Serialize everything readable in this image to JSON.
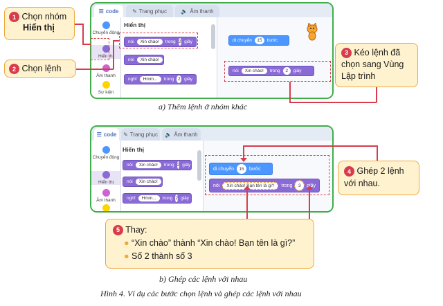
{
  "colors": {
    "frame_border": "#3fae49",
    "callout_bg": "#fff2cf",
    "callout_border": "#f0a73c",
    "step_marker": "#d93b4a",
    "block_purple": "#8a6bd6",
    "block_blue": "#4c97ff"
  },
  "tabs": {
    "code": "code",
    "costume": "Trang phục",
    "sound": "Âm thanh"
  },
  "categories": {
    "motion": "Chuyển động",
    "looks": "Hiển thị",
    "sound": "Âm thanh",
    "events": "Sự kiện"
  },
  "palette": {
    "title": "Hiển thị",
    "say_for": {
      "word": "nói",
      "text": "Xin chào!",
      "mid": "trong",
      "num": "2",
      "unit": "giây"
    },
    "say": {
      "word": "nói",
      "text": "Xin chào!"
    },
    "think_for": {
      "word": "nghĩ",
      "text": "Hmm...",
      "mid": "trong",
      "num": "2",
      "unit": "giây"
    }
  },
  "panel_a": {
    "move": {
      "label": "di chuyển",
      "num": "15",
      "unit": "bước"
    },
    "say_for": {
      "word": "nói",
      "text": "Xin chào!",
      "mid": "trong",
      "num": "2",
      "unit": "giây"
    }
  },
  "panel_b": {
    "move": {
      "label": "di chuyển",
      "num": "15",
      "unit": "bước"
    },
    "say_for": {
      "word": "nói",
      "text": "Xin chào! Bạn tên là gì?",
      "mid": "trong",
      "num": "3",
      "unit": "giây"
    }
  },
  "callouts": {
    "c1": {
      "num": "1",
      "line1": "Chọn nhóm",
      "line2": "Hiển thị"
    },
    "c2": {
      "num": "2",
      "text": "Chọn lệnh"
    },
    "c3": {
      "num": "3",
      "text": "Kéo lệnh đã chọn sang Vùng Lập trình"
    },
    "c4": {
      "num": "4",
      "text": "Ghép 2 lệnh với nhau."
    },
    "c5": {
      "num": "5",
      "title": "Thay:",
      "bullet1": "“Xin chào” thành “Xin chào! Bạn tên là gì?”",
      "bullet2": "Số 2 thành số 3"
    }
  },
  "captions": {
    "a": "a) Thêm lệnh ở nhóm khác",
    "b": "b) Ghép các lệnh với nhau",
    "figure": "Hình 4. Ví dụ các bước chọn lệnh và ghép các lệnh với nhau"
  }
}
